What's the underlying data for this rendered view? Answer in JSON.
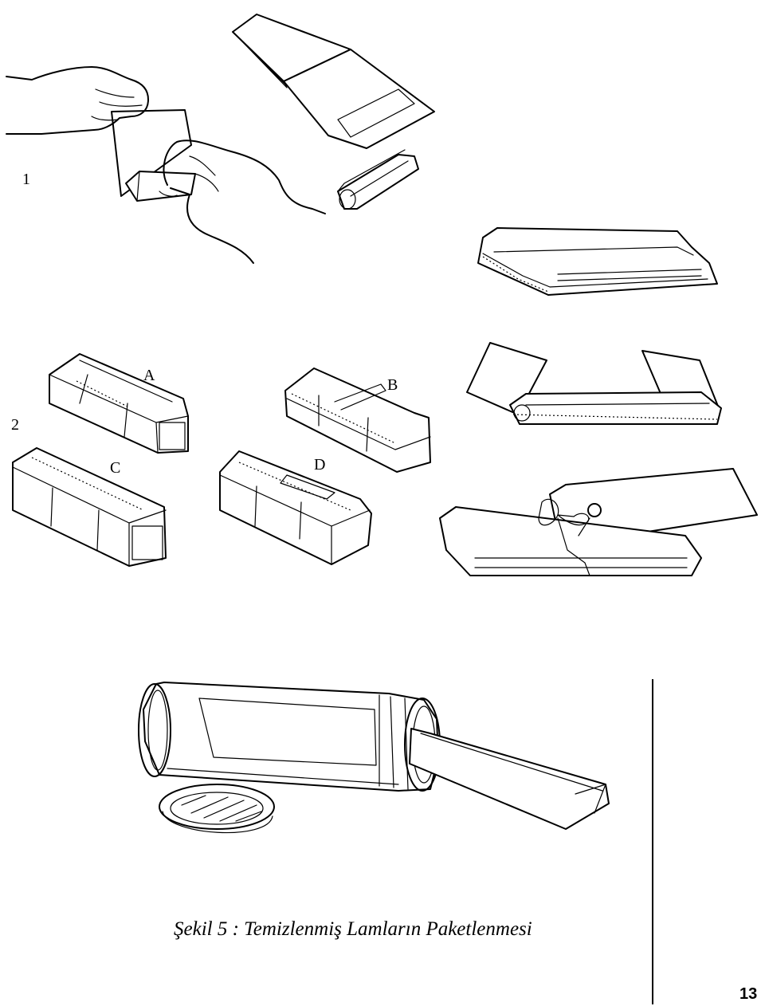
{
  "labels": {
    "step1": "1",
    "step2": "2",
    "a": "A",
    "b": "B",
    "c": "C",
    "d": "D"
  },
  "caption": "Şekil 5 : Temizlenmiş Lamların Paketlenmesi",
  "page_number": "13"
}
